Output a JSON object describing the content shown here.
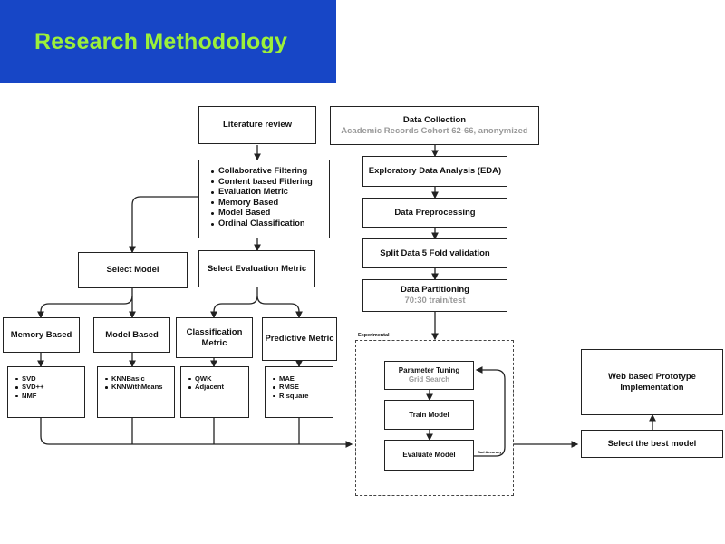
{
  "banner": {
    "title": "Research Methodology",
    "color": "#1746c6",
    "title_color": "#9cf03a"
  },
  "nodes": {
    "literature_review": "Literature review",
    "topics": [
      "Collaborative Filtering",
      "Content based Fitlering",
      "Evaluation Metric",
      "Memory Based",
      "Model Based",
      "Ordinal Classification"
    ],
    "select_model": "Select Model",
    "select_eval_metric": "Select Evaluation Metric",
    "memory_based": "Memory Based",
    "model_based": "Model Based",
    "classification_metric": "Classification Metric",
    "predictive_metric": "Predictive Metric",
    "memory_list": [
      "SVD",
      "SVD++",
      "NMF"
    ],
    "model_list": [
      "KNNBasic",
      "KNNWithMeans"
    ],
    "classification_list": [
      "QWK",
      "Adjacent"
    ],
    "predictive_list": [
      "MAE",
      "RMSE",
      "R square"
    ],
    "data_collection": {
      "title": "Data Collection",
      "sub": "Academic Records Cohort 62-66, anonymized"
    },
    "eda": "Exploratory Data Analysis (EDA)",
    "preprocessing": "Data Preprocessing",
    "split": "Split Data 5 Fold validation",
    "partitioning": {
      "title": "Data Partitioning",
      "sub": "70:30 train/test"
    },
    "experimental_label": "Experimental",
    "parameter_tuning": {
      "title": "Parameter Tuning",
      "sub": "Grid Search"
    },
    "train_model": "Train Model",
    "evaluate_model": "Evaluate Model",
    "bad_accuracy": "Bad Accuracy",
    "select_best": "Select the best model",
    "prototype": "Web based Prototype Implementation"
  }
}
